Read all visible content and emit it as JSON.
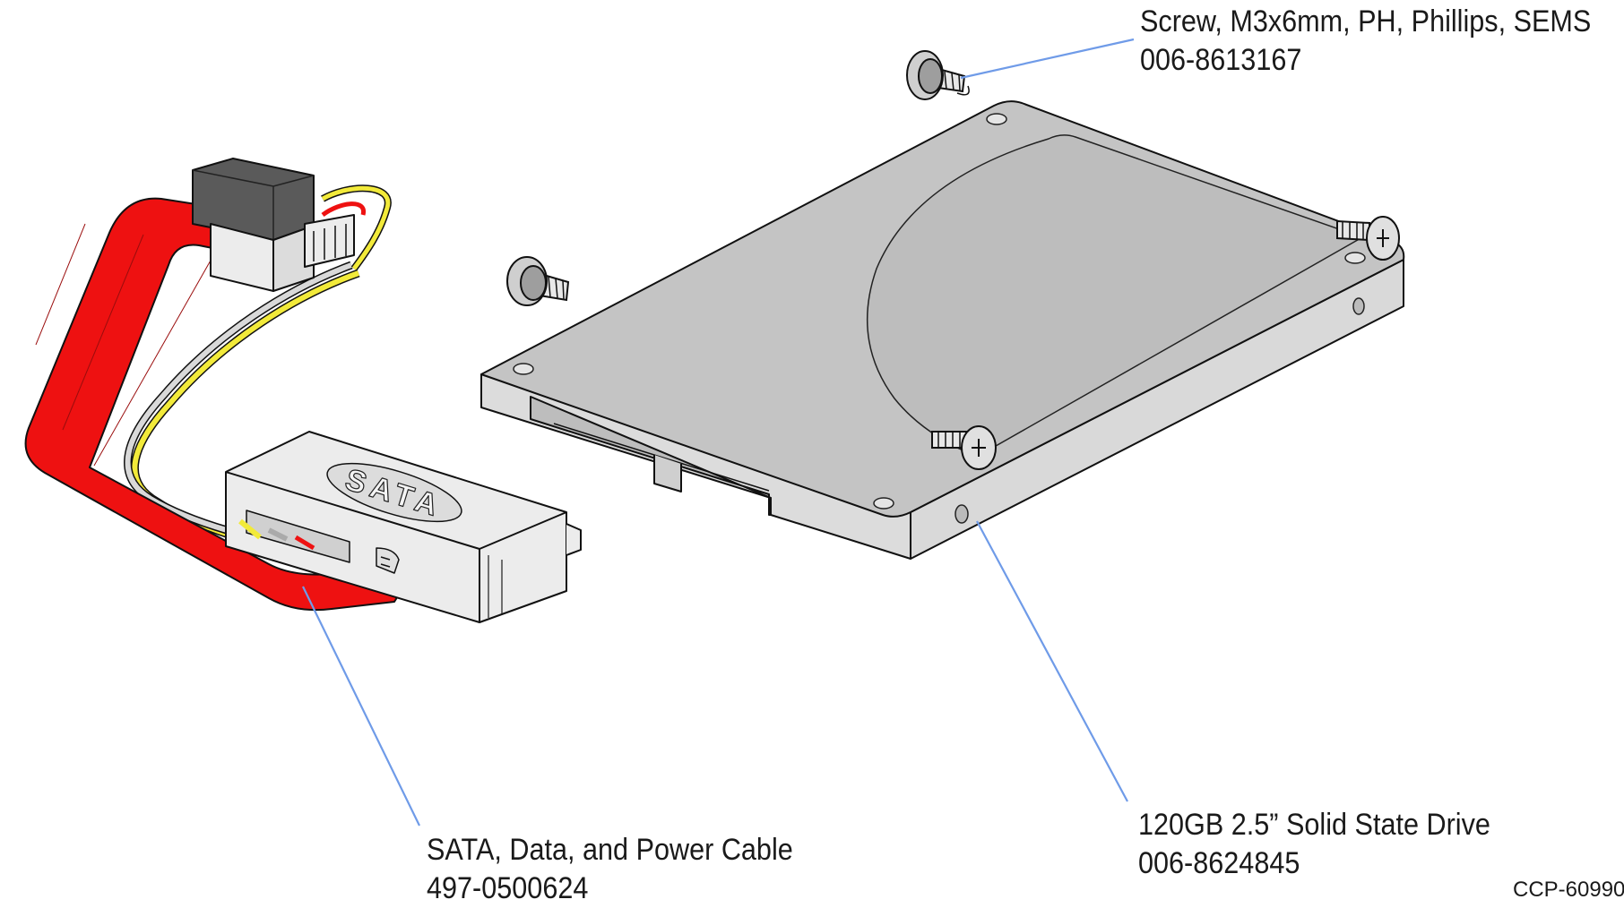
{
  "callouts": {
    "screw": {
      "name": "Screw, M3x6mm, PH, Phillips, SEMS",
      "part": "006-8613167"
    },
    "ssd": {
      "name": "120GB 2.5” Solid State Drive",
      "part": "006-8624845"
    },
    "cable": {
      "name": "SATA, Data, and Power Cable",
      "part": "497-0500624"
    }
  },
  "connector_label": "SATA",
  "figure_id": "CCP-60990",
  "colors": {
    "leader": "#6f9be8",
    "cable": "#ee1111",
    "drive_top": "#c4c4c4",
    "drive_side": "#d9d9d9",
    "connector_body": "#ececec",
    "connector_dark": "#5a5a5a",
    "wire_yellow": "#f2ea3a",
    "outline": "#111111"
  }
}
